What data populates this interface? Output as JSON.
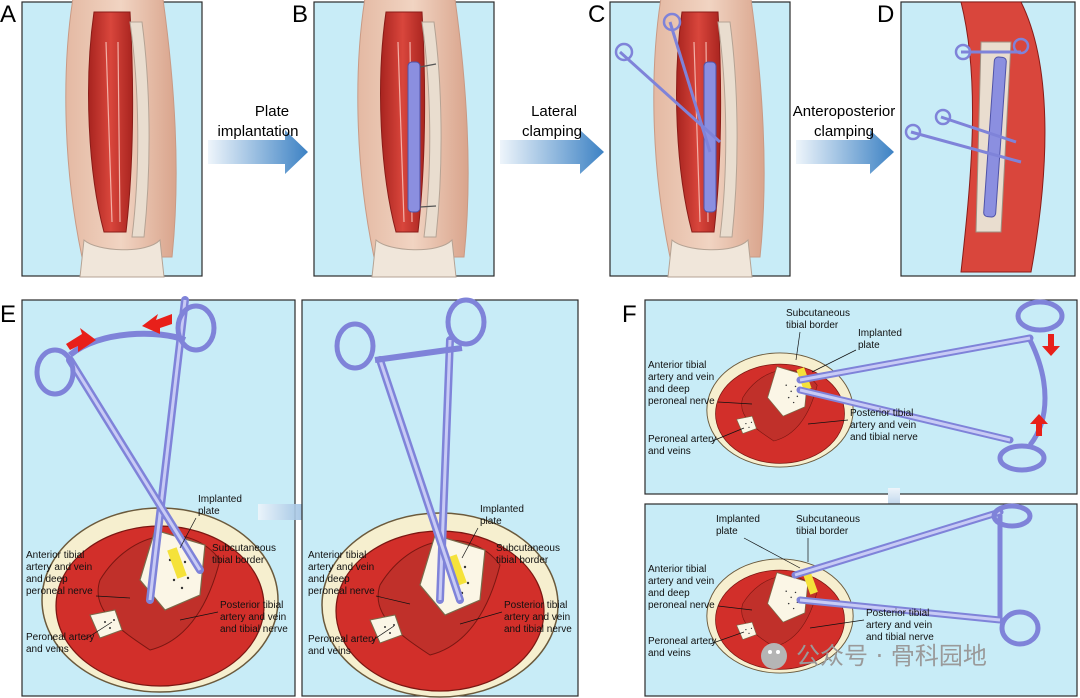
{
  "panels": {
    "A": "A",
    "B": "B",
    "C": "C",
    "D": "D",
    "E": "E",
    "F": "F"
  },
  "steps": {
    "step1": [
      "Plate",
      "implantation"
    ],
    "step2": [
      "Lateral",
      "clamping"
    ],
    "step3": [
      "Anteroposterior",
      "clamping"
    ]
  },
  "labels": {
    "implanted_plate": [
      "Implanted",
      "plate"
    ],
    "subcutaneous_border": [
      "Subcutaneous",
      "tibial border"
    ],
    "anterior_tibial": [
      "Anterior tibial",
      "artery and vein",
      "and deep",
      "peroneal nerve"
    ],
    "posterior_tibial": [
      "Posterior tibial",
      "artery and vein",
      "and tibial nerve"
    ],
    "peroneal": [
      "Peroneal artery",
      "and veins"
    ]
  },
  "watermark": "公众号 · 骨科园地",
  "colors": {
    "panel_bg": "#c8ecf7",
    "muscle": "#c9302c",
    "bone": "#f3e9c6",
    "instrument": "#8b8fe0",
    "arrow_grad_start": "#e8f1f9",
    "arrow_grad_end": "#3d82c4",
    "red_arrow": "#e8201a",
    "plate": "#f5e23a"
  }
}
